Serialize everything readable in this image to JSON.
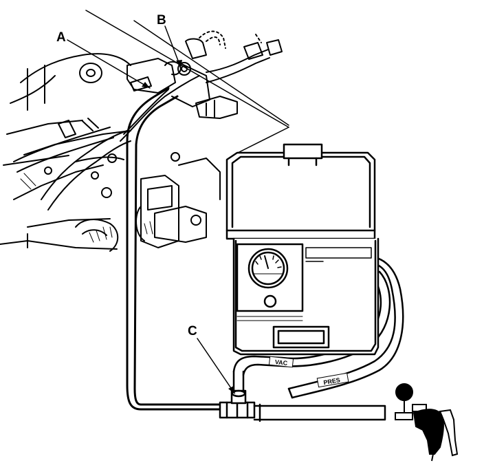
{
  "callouts": {
    "a": "A",
    "b": "B",
    "c": "C"
  },
  "hose_tags": {
    "vac": "VAC",
    "pres": "PRES"
  }
}
